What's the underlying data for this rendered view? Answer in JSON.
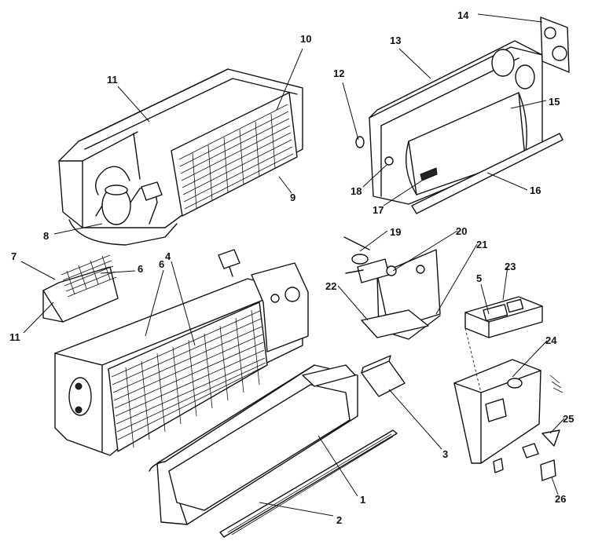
{
  "callouts": [
    {
      "id": "1",
      "label": "1"
    },
    {
      "id": "2",
      "label": "2"
    },
    {
      "id": "3",
      "label": "3"
    },
    {
      "id": "4",
      "label": "4"
    },
    {
      "id": "5",
      "label": "5"
    },
    {
      "id": "6a",
      "label": "6"
    },
    {
      "id": "6b",
      "label": "6"
    },
    {
      "id": "7",
      "label": "7"
    },
    {
      "id": "8",
      "label": "8"
    },
    {
      "id": "9",
      "label": "9"
    },
    {
      "id": "10",
      "label": "10"
    },
    {
      "id": "11a",
      "label": "11"
    },
    {
      "id": "11b",
      "label": "11"
    },
    {
      "id": "12",
      "label": "12"
    },
    {
      "id": "13",
      "label": "13"
    },
    {
      "id": "14",
      "label": "14"
    },
    {
      "id": "15",
      "label": "15"
    },
    {
      "id": "16",
      "label": "16"
    },
    {
      "id": "17",
      "label": "17"
    },
    {
      "id": "18",
      "label": "18"
    },
    {
      "id": "19",
      "label": "19"
    },
    {
      "id": "20",
      "label": "20"
    },
    {
      "id": "21",
      "label": "21"
    },
    {
      "id": "22",
      "label": "22"
    },
    {
      "id": "23",
      "label": "23"
    },
    {
      "id": "24",
      "label": "24"
    },
    {
      "id": "25",
      "label": "25"
    },
    {
      "id": "26",
      "label": "26"
    }
  ]
}
